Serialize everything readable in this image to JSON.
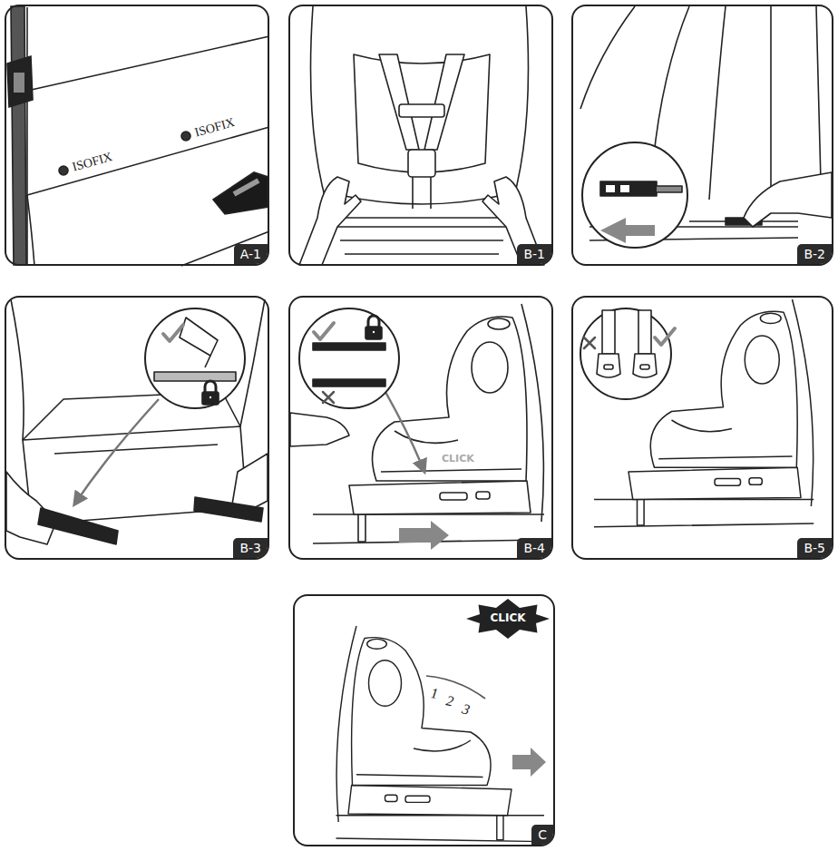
{
  "diagram": {
    "nodes": [
      {
        "text": [
          "A-1"
        ]
      },
      {
        "text": [
          "B-1"
        ]
      },
      {
        "text": [
          "B-2"
        ]
      },
      {
        "text": [
          "B-3"
        ]
      },
      {
        "text": [
          "B-4"
        ]
      },
      {
        "text": [
          "B-5"
        ]
      },
      {
        "text": [
          "C"
        ]
      }
    ],
    "labels": [
      "ISOFIX",
      "ISOFIX",
      "CLICK",
      "CLICK",
      "1",
      "2",
      "3"
    ]
  }
}
